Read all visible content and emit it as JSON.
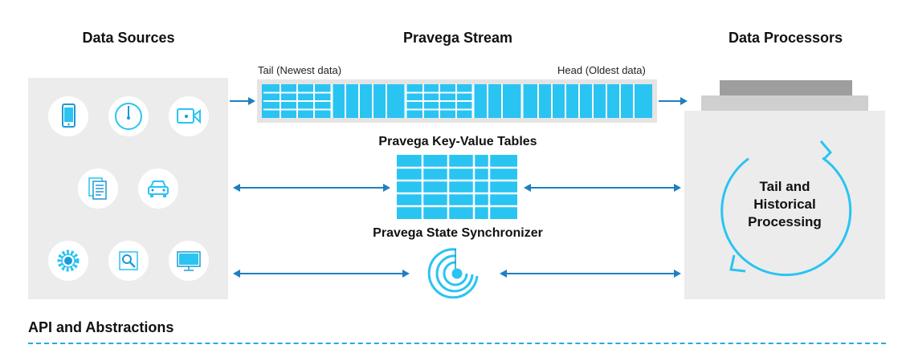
{
  "headings": {
    "sources": "Data Sources",
    "stream": "Pravega Stream",
    "processors": "Data Processors",
    "kv_tables": "Pravega Key-Value Tables",
    "state_sync": "Pravega State Synchronizer",
    "api": "API and Abstractions"
  },
  "stream": {
    "tail_label": "Tail (Newest data)",
    "head_label": "Head (Oldest data)"
  },
  "processors": {
    "line1": "Tail and",
    "line2": "Historical",
    "line3": "Processing"
  },
  "icons": [
    "smartphone-icon",
    "power-sensor-icon",
    "video-camera-icon",
    "documents-icon",
    "car-icon",
    "gear-icon",
    "magnifier-icon",
    "monitor-icon"
  ],
  "colors": {
    "accent": "#29c4f2",
    "arrow": "#1f7fc0",
    "panel": "#ececec",
    "api_line": "#29a8e0"
  }
}
